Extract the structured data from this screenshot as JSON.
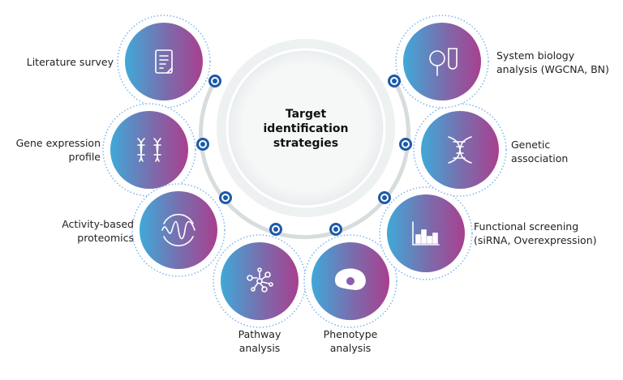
{
  "title": "Target identification strategies",
  "colors": {
    "gradient_start": "#3fa9d8",
    "gradient_end": "#a8408f",
    "node_dot": "#1d5aa8",
    "ring": "#d7dcdc"
  },
  "strategies": [
    {
      "label": "Literature survey",
      "icon": "document-icon"
    },
    {
      "label": "Gene expression profile",
      "icon": "dna-pair-icon"
    },
    {
      "label": "Activity-based proteomics",
      "icon": "waveform-icon"
    },
    {
      "label": "Pathway analysis",
      "icon": "network-icon"
    },
    {
      "label": "Phenotype analysis",
      "icon": "cell-icon"
    },
    {
      "label": "Functional screening (siRNA, Overexpression)",
      "icon": "bar-chart-icon"
    },
    {
      "label": "Genetic association",
      "icon": "dna-helix-icon"
    },
    {
      "label": "System biology analysis (WGCNA, BN)",
      "icon": "magnifier-dropper-icon"
    }
  ]
}
